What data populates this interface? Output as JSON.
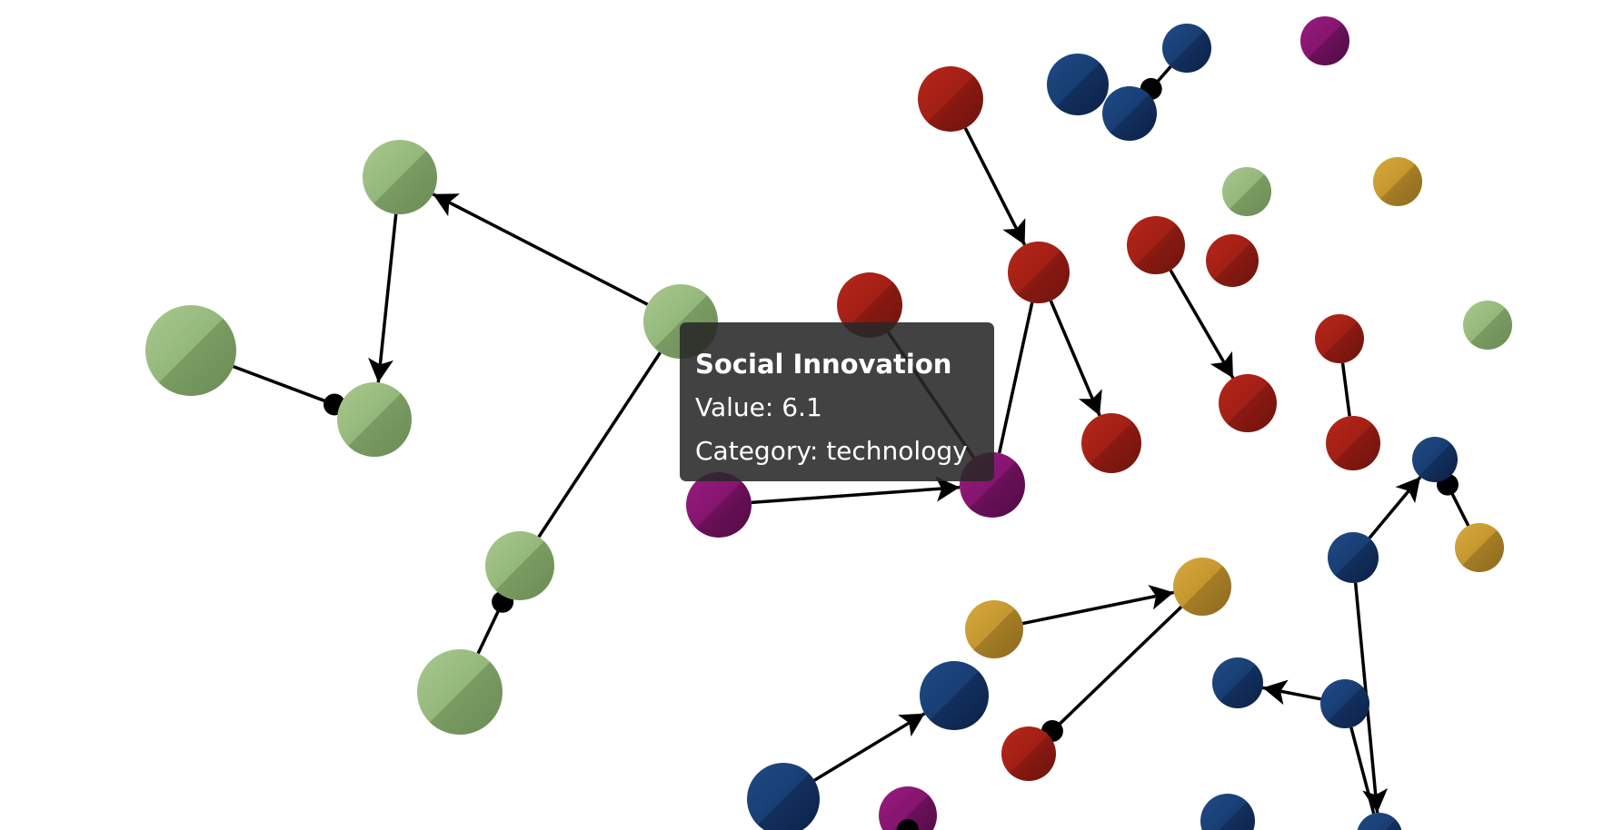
{
  "tooltip": {
    "title": "Social Innovation",
    "value_label": "Value: 6.1",
    "category_label": "Category: technology"
  },
  "legend_colors": {
    "green": "#7fa36a",
    "red": "#9a1c14",
    "blue": "#163a6e",
    "purple": "#7a1266",
    "gold": "#b88a2a"
  }
}
